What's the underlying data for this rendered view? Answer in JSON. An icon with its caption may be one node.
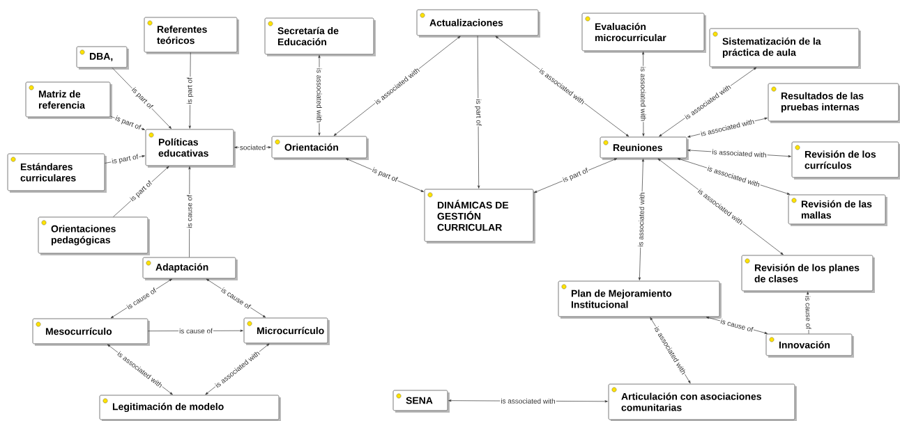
{
  "diagram": {
    "nodes": [
      {
        "text": [
          "Referentes teóricos"
        ]
      },
      {
        "text": [
          "DBA,"
        ]
      },
      {
        "text": [
          "Matriz de referencia"
        ]
      },
      {
        "text": [
          "Secretaría de Educación"
        ]
      },
      {
        "text": [
          "Actualizaciones"
        ]
      },
      {
        "text": [
          "Evaluación microcurricular"
        ]
      },
      {
        "text": [
          "Sistematización de la práctica de aula"
        ]
      },
      {
        "text": [
          "Resultados de las pruebas internas"
        ]
      },
      {
        "text": [
          "Políticas educativas"
        ]
      },
      {
        "text": [
          "Orientación"
        ]
      },
      {
        "text": [
          "Reuniones"
        ]
      },
      {
        "text": [
          "Revisión de los currículos"
        ]
      },
      {
        "text": [
          "Estándares curriculares"
        ]
      },
      {
        "text": [
          "DINÁMICAS DE GESTIÓN CURRICULAR"
        ]
      },
      {
        "text": [
          "Revisión de las mallas"
        ]
      },
      {
        "text": [
          "Orientaciones pedagógicas"
        ]
      },
      {
        "text": [
          "Adaptación"
        ]
      },
      {
        "text": [
          "Revisión de los planes de clases"
        ]
      },
      {
        "text": [
          "Plan de Mejoramiento Institucional"
        ]
      },
      {
        "text": [
          "Mesocurrículo"
        ]
      },
      {
        "text": [
          "Microcurrículo"
        ]
      },
      {
        "text": [
          "Innovación"
        ]
      },
      {
        "text": [
          "Legitimación de modelo"
        ]
      },
      {
        "text": [
          "SENA"
        ]
      },
      {
        "text": [
          "Articulación con asociaciones comunitarias"
        ]
      }
    ],
    "edges": [
      {
        "from": 1,
        "to": 8,
        "arrow": "to",
        "label": "is part of"
      },
      {
        "from": 0,
        "to": 8,
        "arrow": "to",
        "label": "is part of"
      },
      {
        "from": 2,
        "to": 8,
        "arrow": "to",
        "label": "is part of"
      },
      {
        "from": 12,
        "to": 8,
        "arrow": "to",
        "label": "is part of"
      },
      {
        "from": 15,
        "to": 8,
        "arrow": "to",
        "label": "is part of"
      },
      {
        "from": 8,
        "to": 9,
        "arrow": "both",
        "label": "sociated"
      },
      {
        "from": 3,
        "to": 9,
        "arrow": "both",
        "label": "is associated with"
      },
      {
        "from": 4,
        "to": 9,
        "arrow": "both",
        "label": "is associated with"
      },
      {
        "from": 4,
        "to": 13,
        "arrow": "to",
        "label": "is part of"
      },
      {
        "from": 4,
        "to": 10,
        "arrow": "both",
        "label": "is associated with"
      },
      {
        "from": 9,
        "to": 13,
        "arrow": "both",
        "label": "is part of"
      },
      {
        "from": 10,
        "to": 13,
        "arrow": "both",
        "label": "is part of"
      },
      {
        "from": 16,
        "to": 8,
        "arrow": "to",
        "label": "is cause of"
      },
      {
        "from": 19,
        "to": 16,
        "arrow": "both",
        "label": "is cause of"
      },
      {
        "from": 20,
        "to": 16,
        "arrow": "both",
        "label": "is cause of"
      },
      {
        "from": 19,
        "to": 20,
        "arrow": "to",
        "label": "is cause of"
      },
      {
        "from": 19,
        "to": 22,
        "arrow": "both",
        "label": "is associated with"
      },
      {
        "from": 20,
        "to": 22,
        "arrow": "both",
        "label": "is associated with"
      },
      {
        "from": 5,
        "to": 10,
        "arrow": "both",
        "label": "is associated with"
      },
      {
        "from": 6,
        "to": 10,
        "arrow": "both",
        "label": "is associated with"
      },
      {
        "from": 7,
        "to": 10,
        "arrow": "both",
        "label": "is associated with"
      },
      {
        "from": 10,
        "to": 11,
        "arrow": "both",
        "label": "is associated with"
      },
      {
        "from": 10,
        "to": 14,
        "arrow": "both",
        "label": "is associated with"
      },
      {
        "from": 10,
        "to": 17,
        "arrow": "both",
        "label": "is associated with"
      },
      {
        "from": 10,
        "to": 18,
        "arrow": "both",
        "label": "is associated with"
      },
      {
        "from": 21,
        "to": 18,
        "arrow": "both",
        "label": "is cause of"
      },
      {
        "from": 21,
        "to": 17,
        "arrow": "to",
        "label": "is cause of"
      },
      {
        "from": 18,
        "to": 24,
        "arrow": "both",
        "label": "is associated with"
      },
      {
        "from": 23,
        "to": 24,
        "arrow": "both",
        "label": "is associated with"
      }
    ]
  }
}
